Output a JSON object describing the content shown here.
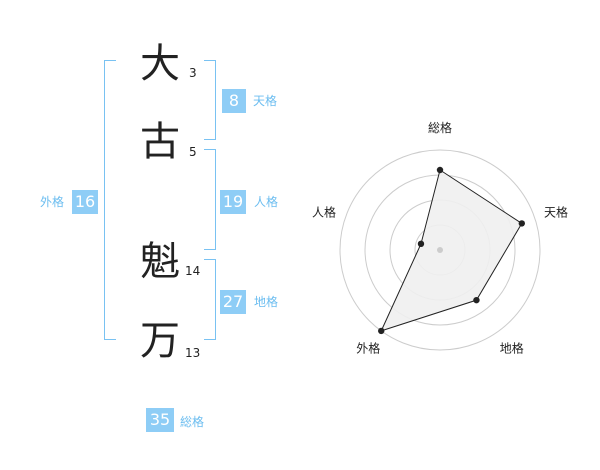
{
  "name": {
    "characters": [
      {
        "char": "大",
        "strokes": "3"
      },
      {
        "char": "古",
        "strokes": "5"
      },
      {
        "char": "魁",
        "strokes": "14"
      },
      {
        "char": "万",
        "strokes": "13"
      }
    ]
  },
  "fortunes": {
    "tenkaku": {
      "value": "8",
      "label": "天格"
    },
    "jinkaku": {
      "value": "19",
      "label": "人格"
    },
    "chikaku": {
      "value": "27",
      "label": "地格"
    },
    "gaikaku": {
      "value": "16",
      "label": "外格"
    },
    "soukaku": {
      "value": "35",
      "label": "総格"
    }
  },
  "chart_data": {
    "type": "radar",
    "axes": [
      "総格",
      "天格",
      "地格",
      "外格",
      "人格"
    ],
    "values": [
      0.8,
      0.86,
      0.62,
      1.0,
      0.2
    ],
    "rings": 4,
    "max": 1.0,
    "grid": true,
    "legend": "none",
    "colors": {
      "fill": "#f0f0f0",
      "line": "#222222",
      "grid": "#cccccc",
      "center": "#cccccc"
    }
  },
  "colors": {
    "accent": "#8ecdf6",
    "label": "#6bbdf0",
    "bracket": "#79c2f2"
  }
}
